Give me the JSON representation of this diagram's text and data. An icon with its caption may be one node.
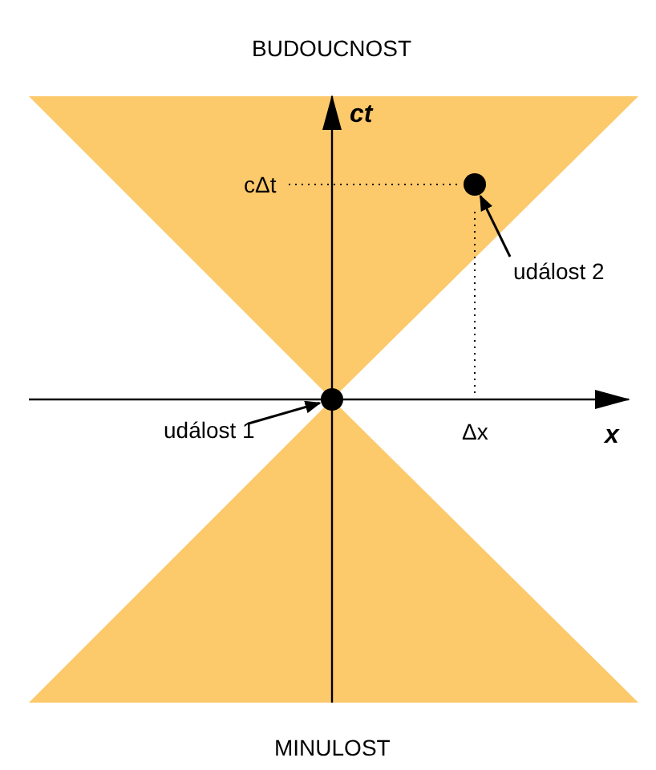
{
  "diagram": {
    "nodes": [
      {
        "text": [
          "událost 1"
        ]
      },
      {
        "text": [],
        "shape": "circle"
      },
      {
        "text": [
          "událost 2"
        ]
      },
      {
        "text": [],
        "shape": "circle"
      }
    ],
    "edges": [
      {
        "from": 0,
        "to": 1,
        "arrow": "to"
      },
      {
        "from": 2,
        "to": 3,
        "arrow": "to"
      }
    ],
    "labels": [
      "BUDOUCNOST",
      "ct",
      "cΔt",
      "Δx",
      "x",
      "MINULOST"
    ]
  }
}
